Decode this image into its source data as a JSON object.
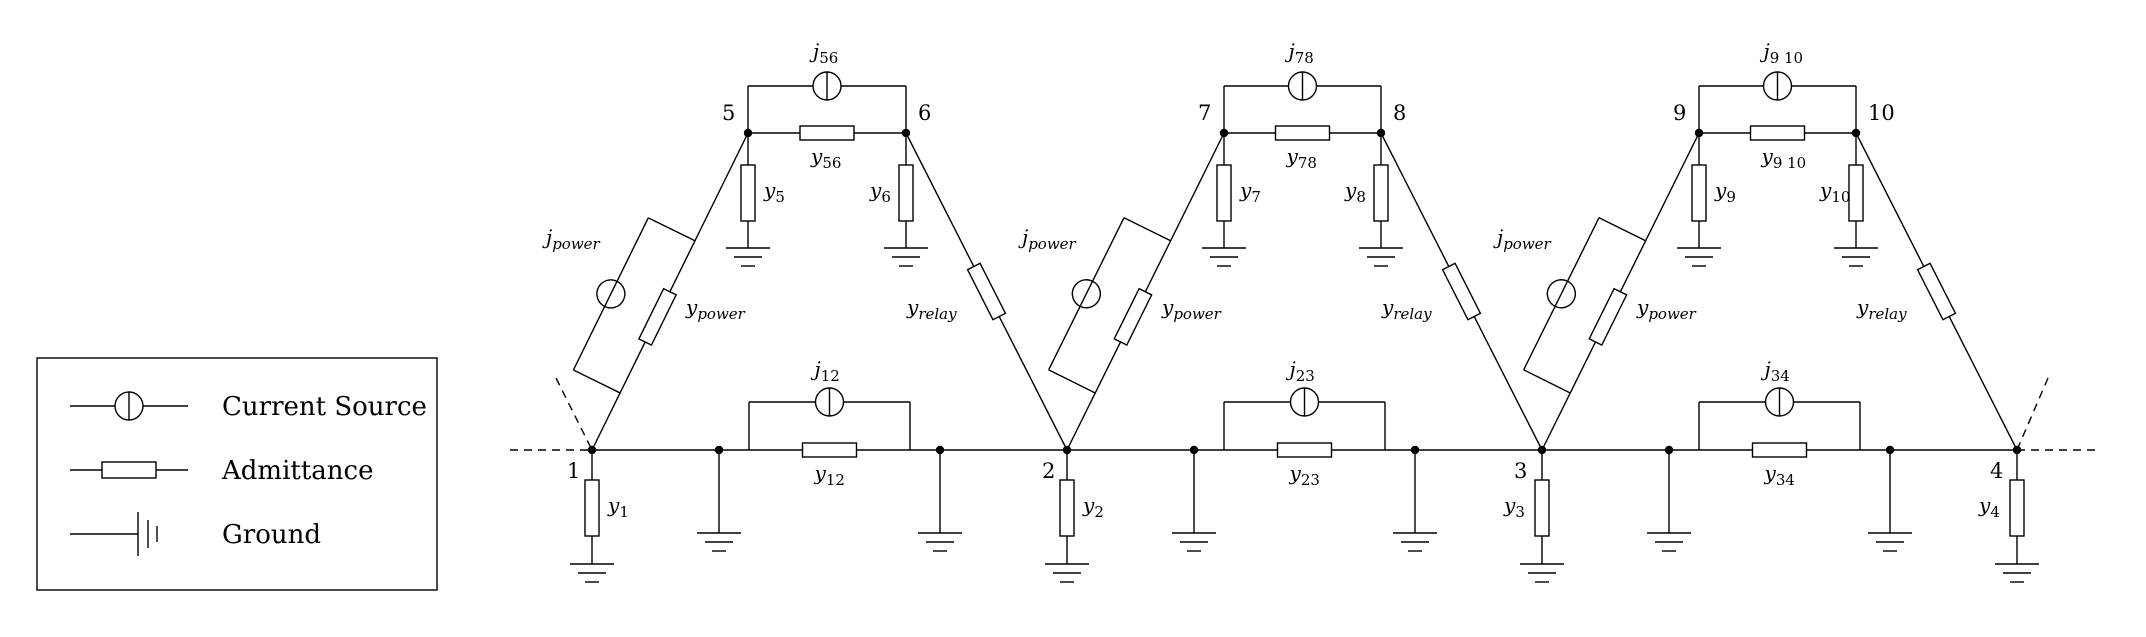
{
  "legend": {
    "current_source": "Current Source",
    "admittance": "Admittance",
    "ground": "Ground"
  },
  "nodes": {
    "n1": "1",
    "n2": "2",
    "n3": "3",
    "n4": "4",
    "n5": "5",
    "n6": "6",
    "n7": "7",
    "n8": "8",
    "n9": "9",
    "n10": "10"
  },
  "labels": {
    "y1": {
      "base": "y",
      "sub": "1"
    },
    "y2": {
      "base": "y",
      "sub": "2"
    },
    "y3": {
      "base": "y",
      "sub": "3"
    },
    "y4": {
      "base": "y",
      "sub": "4"
    },
    "y5": {
      "base": "y",
      "sub": "5"
    },
    "y6": {
      "base": "y",
      "sub": "6"
    },
    "y7": {
      "base": "y",
      "sub": "7"
    },
    "y8": {
      "base": "y",
      "sub": "8"
    },
    "y9": {
      "base": "y",
      "sub": "9"
    },
    "y10": {
      "base": "y",
      "sub": "10"
    },
    "y12": {
      "base": "y",
      "sub": "12"
    },
    "y23": {
      "base": "y",
      "sub": "23"
    },
    "y34": {
      "base": "y",
      "sub": "34"
    },
    "y56": {
      "base": "y",
      "sub": "56"
    },
    "y78": {
      "base": "y",
      "sub": "78"
    },
    "y910": {
      "base": "y",
      "sub": "9 10"
    },
    "j12": {
      "base": "j",
      "sub": "12"
    },
    "j23": {
      "base": "j",
      "sub": "23"
    },
    "j34": {
      "base": "j",
      "sub": "34"
    },
    "j56": {
      "base": "j",
      "sub": "56"
    },
    "j78": {
      "base": "j",
      "sub": "78"
    },
    "j910": {
      "base": "j",
      "sub": "9 10"
    },
    "jpower": {
      "base": "j",
      "sub": "power"
    },
    "ypower": {
      "base": "y",
      "sub": "power"
    },
    "yrelay": {
      "base": "y",
      "sub": "relay"
    }
  }
}
